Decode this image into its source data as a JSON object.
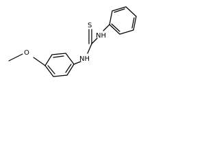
{
  "molecule": {
    "atoms": {
      "sulfur": "S",
      "amine_1": "NH",
      "amine_2": "NH",
      "oxygen": "O"
    }
  }
}
